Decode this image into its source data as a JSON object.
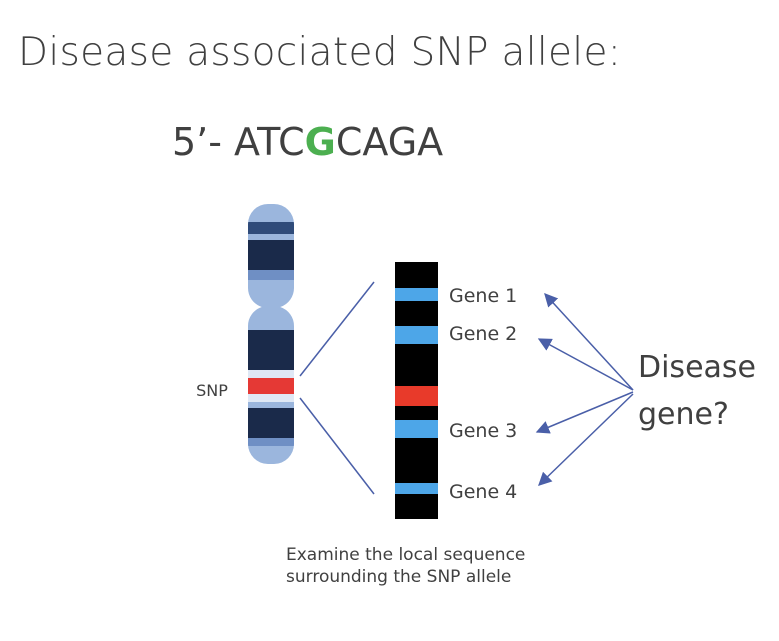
{
  "title": "Disease associated SNP allele:",
  "sequence": {
    "prefix": "5’- ATC",
    "snp_base": "G",
    "suffix": "CAGA",
    "snp_color": "#4caf50"
  },
  "chromosome": {
    "snp_label": "SNP",
    "snp_color": "#e53935",
    "band_color": "#1a2a4a",
    "light_color": "#9bb6dd"
  },
  "locus": {
    "background": "#000000",
    "gene_color": "#4da6e8",
    "snp_color": "#e83a2a",
    "genes": [
      {
        "label": "Gene 1"
      },
      {
        "label": "Gene 2"
      },
      {
        "label": "Gene 3"
      },
      {
        "label": "Gene 4"
      }
    ]
  },
  "question": {
    "line1": "Disease",
    "line2": "gene?",
    "arrow_color": "#4a5fa8"
  },
  "caption": {
    "line1": "Examine the local sequence",
    "line2": "surrounding the SNP allele"
  }
}
